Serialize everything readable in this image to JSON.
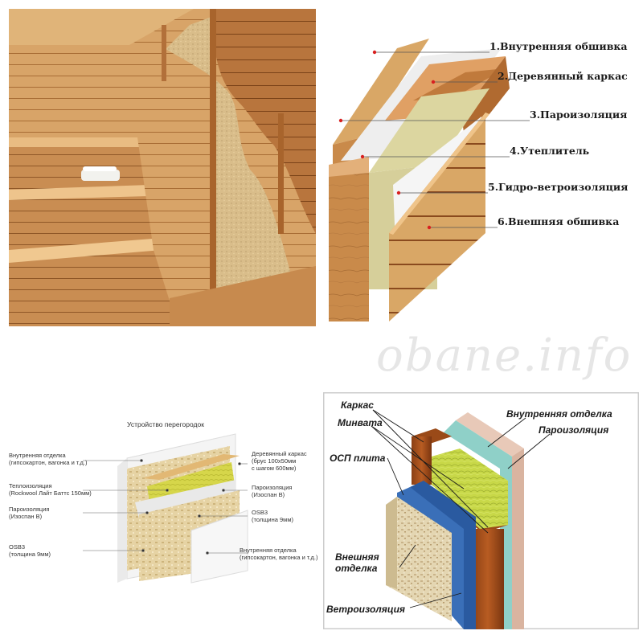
{
  "watermark": "obane.info",
  "layers_diagram": {
    "labels": [
      "1.Внутренняя обшивка",
      "2.Деревянный каркас",
      "3.Пароизоляция",
      "4.Утеплитель",
      "5.Гидро-ветроизоляция",
      "6.Внешняя обшивка"
    ]
  },
  "partition_diagram": {
    "title": "Устройство перегородок",
    "left_labels": [
      {
        "line1": "Внутренняя отделка",
        "line2": "(гипсокартон, вагонка и т.д.)"
      },
      {
        "line1": "Теплоизоляция",
        "line2": "(Rockwool Лайт Баттс 150мм)"
      },
      {
        "line1": "Пароизоляция",
        "line2": "(Изоспан В)"
      },
      {
        "line1": "OSB3",
        "line2": "(толщина 9мм)"
      }
    ],
    "right_labels": [
      {
        "line1": "Деревянный каркас",
        "line2": "(брус 100х50мм",
        "line3": "с шагом 600мм)"
      },
      {
        "line1": "Пароизоляция",
        "line2": "(Изоспан В)"
      },
      {
        "line1": "OSB3",
        "line2": "(толщина 9мм)"
      },
      {
        "line1": "Внутренняя отделка",
        "line2": "(гипсокартон, вагонка и т.д.)"
      }
    ]
  },
  "frame_diagram": {
    "labels": {
      "frame": "Каркас",
      "mineral_wool": "Минвата",
      "osb": "ОСП плита",
      "outer_finish_1": "Внешняя",
      "outer_finish_2": "отделка",
      "wind_barrier": "Ветроизоляция",
      "inner_finish": "Внутренняя отделка",
      "vapor_barrier": "Пароизоляция"
    }
  },
  "colors": {
    "wood": "#c98a4a",
    "wood_dark": "#8a4a1e",
    "insulation_yellow": "#c9d64a",
    "osb": "#e8d8b0",
    "vapor_teal": "#8fd0c8",
    "wind_blue": "#2a5aa0"
  }
}
